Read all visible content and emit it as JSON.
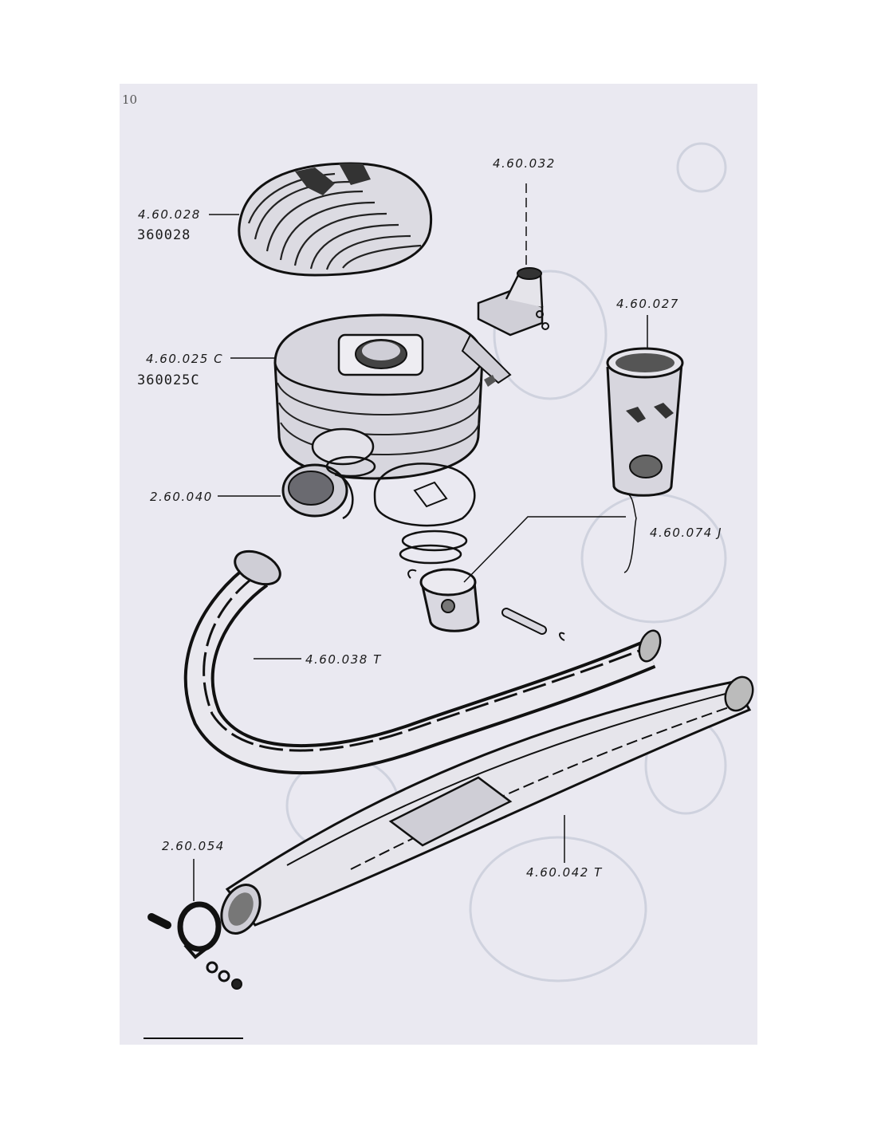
{
  "labels": {
    "cylinder_head": "4.60.028",
    "cylinder_head_alt": "360028",
    "intake_manifold": "4.60.032",
    "cylinder_liner": "4.60.027",
    "cylinder": "4.60.025 C",
    "cylinder_alt": "360025C",
    "exhaust_nut": "2.60.040",
    "piston_kit": "4.60.074 J",
    "exhaust_pipe": "4.60.038 T",
    "clamp": "2.60.054",
    "silencer": "4.60.042 T"
  },
  "corner_mark": "10",
  "colors": {
    "paper": "#eae9f1",
    "ink": "#1a1a1a",
    "faint": "#b9c0cf"
  }
}
